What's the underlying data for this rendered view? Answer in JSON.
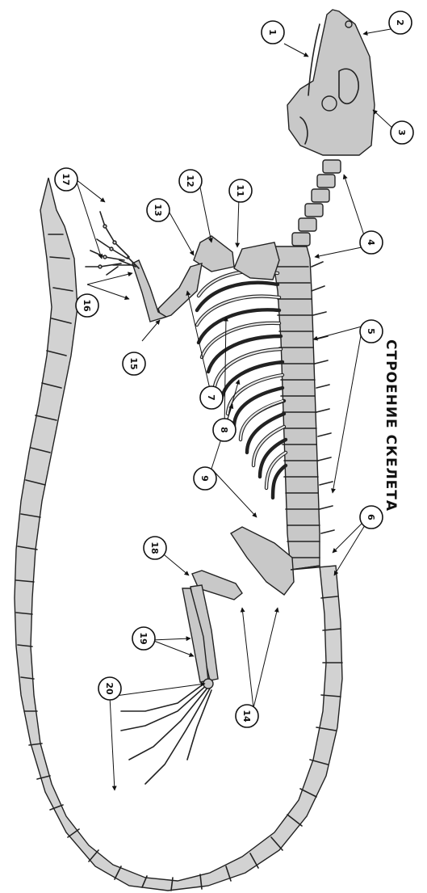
{
  "title": "СТРОЕНИЕ СКЕЛЕТА",
  "callouts": [
    "1",
    "2",
    "3",
    "4",
    "5",
    "6",
    "7",
    "8",
    "9",
    "11",
    "12",
    "13",
    "14",
    "15",
    "16",
    "17",
    "18",
    "19",
    "20"
  ],
  "colors": {
    "bone_fill": "#c8c8c8",
    "outline": "#222222",
    "background": "#ffffff"
  }
}
